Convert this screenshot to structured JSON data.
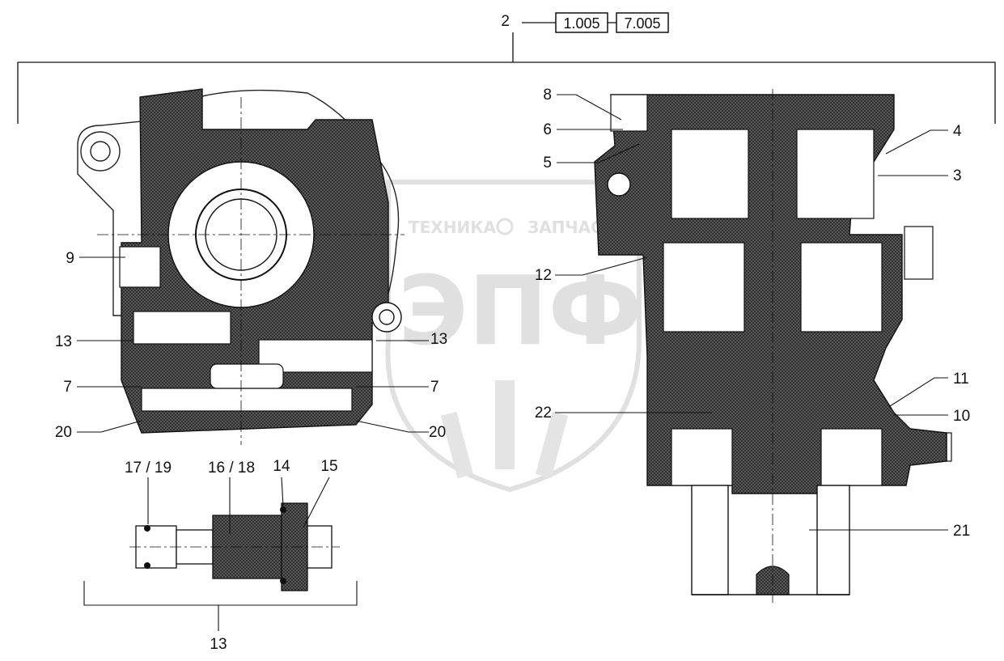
{
  "header": {
    "item_number": "2",
    "refs": [
      "1.005",
      "7.005"
    ]
  },
  "watermark": {
    "brand_line": "ТЕХНИКА",
    "brand_line2": "ЗАПЧАСТИ",
    "logo_letters": "ЭПФ"
  },
  "callouts": {
    "c8": "8",
    "c6": "6",
    "c5": "5",
    "c4": "4",
    "c3": "3",
    "c9": "9",
    "c12": "12",
    "c13_left": "13",
    "c13_right": "13",
    "c7_left": "7",
    "c7_right": "7",
    "c20_left": "20",
    "c20_right": "20",
    "c11": "11",
    "c10": "10",
    "c22": "22",
    "c21": "21",
    "c17_19": "17 / 19",
    "c16_18": "16 / 18",
    "c14": "14",
    "c15": "15",
    "c13_bottom": "13"
  },
  "colors": {
    "line": "#1a1a1a",
    "hatch_fill": "#4a4a4a",
    "watermark": "#cfcfcf"
  }
}
